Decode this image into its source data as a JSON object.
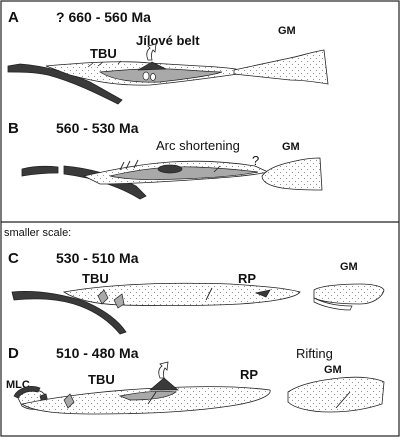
{
  "colors": {
    "background": "#ffffff",
    "line": "#222222",
    "dark_slab": "#3a3a3a",
    "grey_fill": "#a9a9a9",
    "light_fill": "#f0f0f0"
  },
  "panel_a": {
    "letter": "A",
    "age": "? 660 - 560 Ma",
    "label_tbu": "TBU",
    "label_belt": "Jílové belt",
    "label_gm": "GM"
  },
  "panel_b": {
    "letter": "B",
    "age": "560 - 530 Ma",
    "note": "Arc shortening",
    "question": "?",
    "label_gm": "GM"
  },
  "separator": {
    "caption": "smaller scale:"
  },
  "panel_c": {
    "letter": "C",
    "age": "530 - 510 Ma",
    "label_tbu": "TBU",
    "label_rp": "RP",
    "label_gm": "GM"
  },
  "panel_d": {
    "letter": "D",
    "age": "510 - 480 Ma",
    "note": "Rifting",
    "label_mlc": "MLC",
    "label_tbu": "TBU",
    "label_rp": "RP",
    "label_gm": "GM"
  }
}
